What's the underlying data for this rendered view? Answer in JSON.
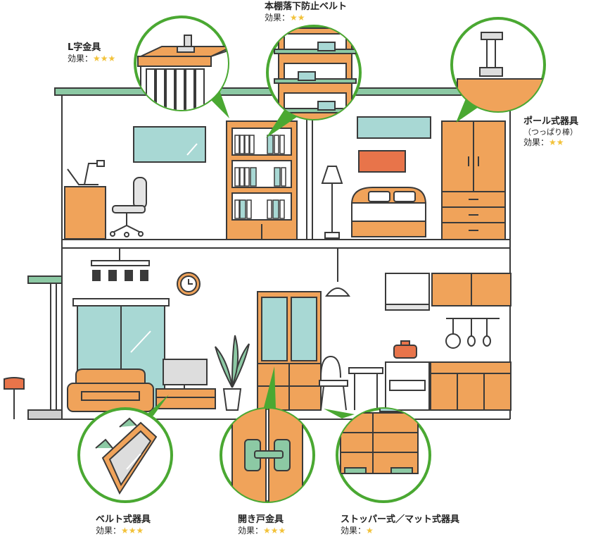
{
  "callouts": {
    "l_bracket": {
      "title": "L字金具",
      "effect_label": "効果：",
      "stars": "★★★"
    },
    "shelf_belt": {
      "title": "本棚落下防止ベルト",
      "effect_label": "効果：",
      "stars": "★★"
    },
    "pole": {
      "title": "ポール式器具",
      "subtitle": "（つっぱり棒）",
      "effect_label": "効果：",
      "stars": "★★"
    },
    "belt": {
      "title": "ベルト式器具",
      "effect_label": "効果：",
      "stars": "★★★"
    },
    "door_latch": {
      "title": "開き戸金具",
      "effect_label": "効果：",
      "stars": "★★★"
    },
    "stopper_mat": {
      "title": "ストッパー式／マット式器具",
      "effect_label": "効果：",
      "stars": "★"
    }
  },
  "colors": {
    "outline": "#3a3a3a",
    "furniture_orange": "#f0a35a",
    "window_teal": "#a8d8d4",
    "roof_green": "#8cc9a4",
    "callout_green": "#4aa832",
    "star_yellow": "#f2c23a",
    "accent_red": "#e8744a"
  }
}
